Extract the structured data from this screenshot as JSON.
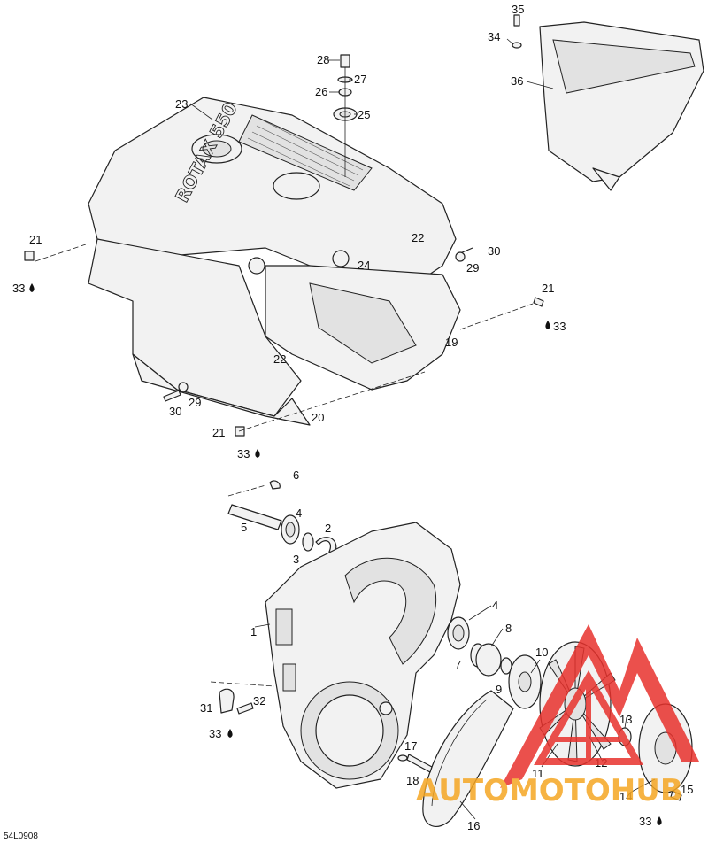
{
  "callouts": {
    "n1": "1",
    "n2": "2",
    "n3": "3",
    "n4a": "4",
    "n4b": "4",
    "n5": "5",
    "n6": "6",
    "n7": "7",
    "n8": "8",
    "n9": "9",
    "n10": "10",
    "n11": "11",
    "n12": "12",
    "n13": "13",
    "n14": "14",
    "n15": "15",
    "n16": "16",
    "n17": "17",
    "n18": "18",
    "n19": "19",
    "n20": "20",
    "n21a": "21",
    "n21b": "21",
    "n21c": "21",
    "n22a": "22",
    "n22b": "22",
    "n23": "23",
    "n24": "24",
    "n25": "25",
    "n26": "26",
    "n27": "27",
    "n28": "28",
    "n29a": "29",
    "n29b": "29",
    "n30a": "30",
    "n30b": "30",
    "n31": "31",
    "n32": "32",
    "n33a": "33",
    "n33b": "33",
    "n33c": "33",
    "n33d": "33",
    "n33e": "33",
    "n34": "34",
    "n35": "35",
    "n36": "36"
  },
  "engraving": "ROTAX 550",
  "drawing_code": "54L0908",
  "watermark": {
    "text": "AUTOMOTOHUB",
    "color_red": "#e8322d",
    "color_orange": "#f5a623"
  },
  "icons": {
    "adhesive": "drop-icon"
  }
}
